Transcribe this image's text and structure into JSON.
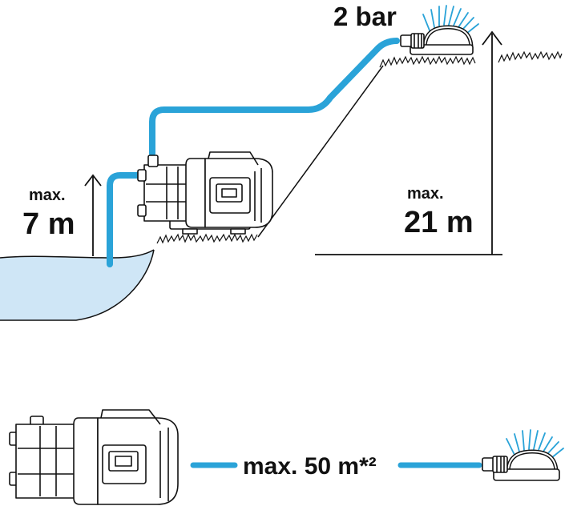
{
  "labels": {
    "pressure": "2 bar",
    "suction_prefix": "max.",
    "suction_value": "7 m",
    "head_prefix": "max.",
    "head_value": "21 m",
    "distance": "max. 50 m*²"
  },
  "colors": {
    "hose": "#2aa3d8",
    "water": "#cfe6f6",
    "outline": "#111111"
  },
  "icons": [
    "pump-icon",
    "sprinkler-icon",
    "hose-icon",
    "grass-icon",
    "water-icon",
    "arrow-up-icon"
  ]
}
